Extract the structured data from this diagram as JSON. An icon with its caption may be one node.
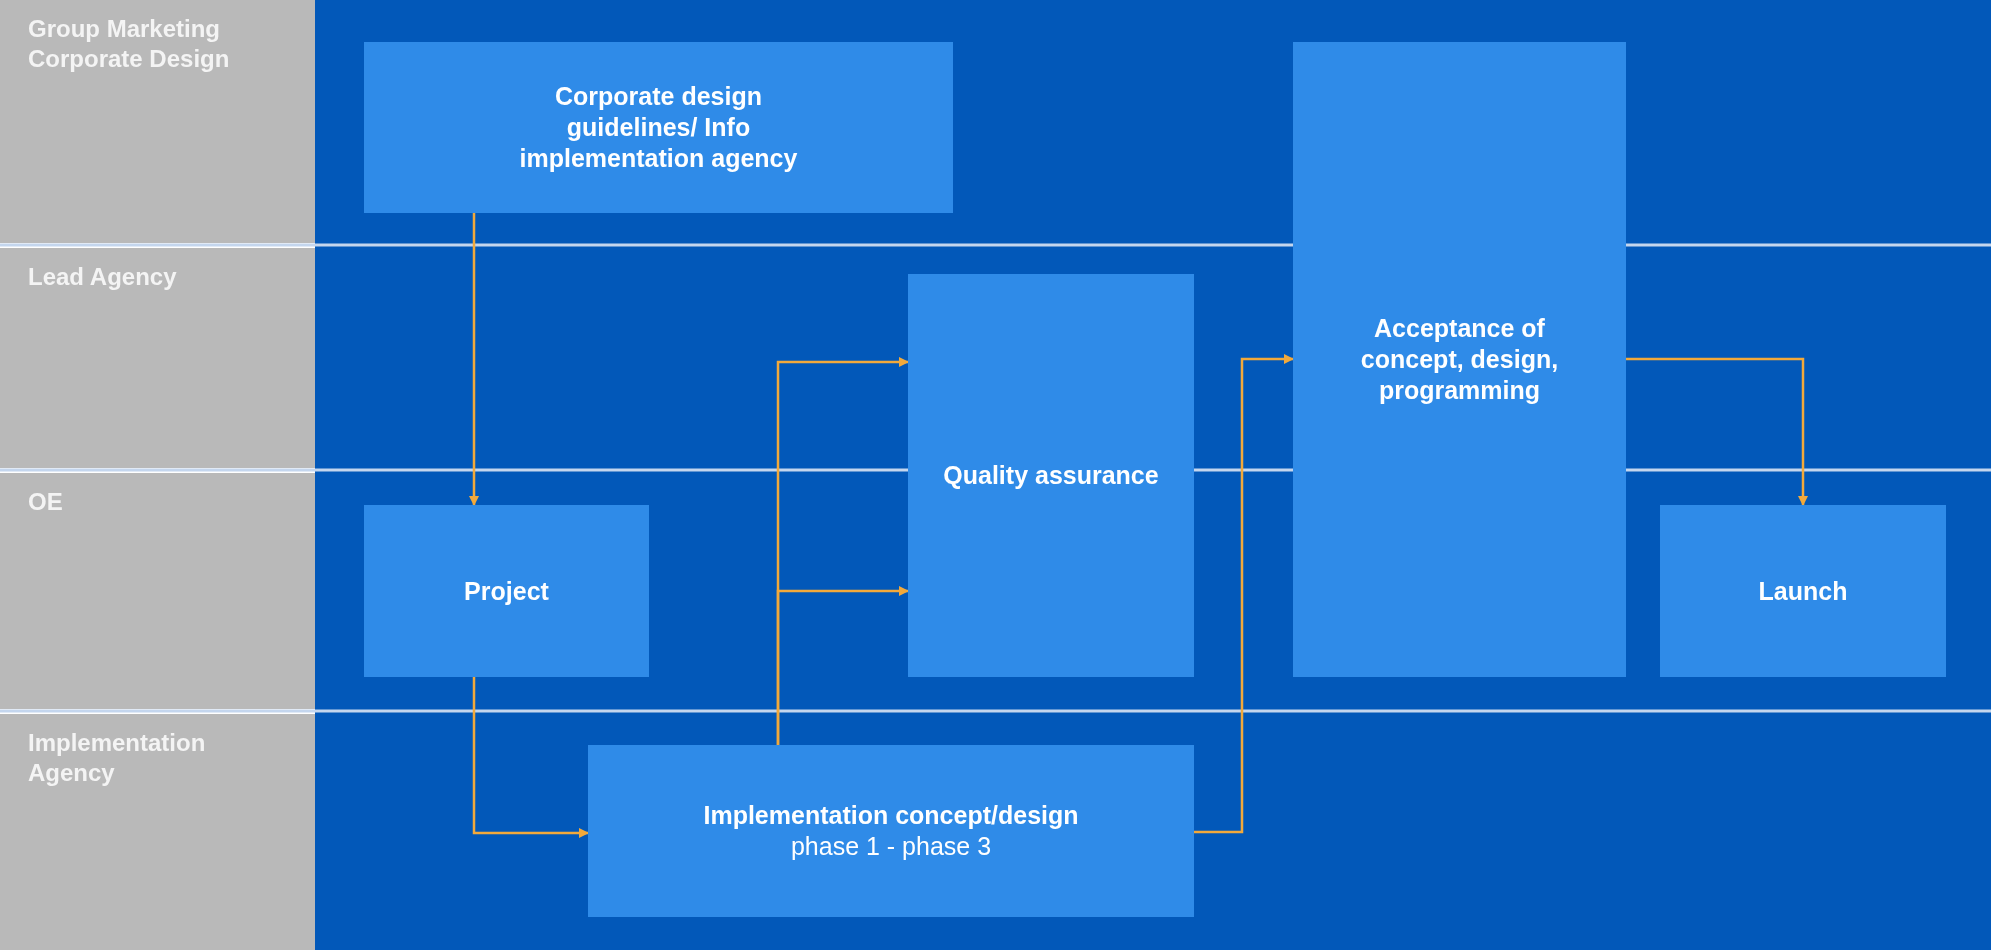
{
  "diagram": {
    "nodes": [
      {
        "text": [
          "Group Marketing Corporate Design"
        ]
      },
      {
        "text": [
          "Lead Agency"
        ]
      },
      {
        "text": [
          "OE"
        ]
      },
      {
        "text": [
          "Implementation Agency"
        ]
      },
      {
        "text": [
          "Corporate design guidelines/ Info implementation agency"
        ]
      },
      {
        "text": [
          "Quality assurance"
        ]
      },
      {
        "text": [
          "Acceptance of concept, design, programming"
        ]
      },
      {
        "text": [
          "Project"
        ]
      },
      {
        "text": [
          "Launch"
        ]
      },
      {
        "text": [
          "Implementation concept/design",
          "phase 1 - phase 3"
        ]
      }
    ],
    "edges": [
      {
        "from": 4,
        "to": 7,
        "arrow": "to"
      },
      {
        "from": 7,
        "to": 9,
        "arrow": "to"
      },
      {
        "from": 9,
        "to": 5,
        "arrow": "to"
      },
      {
        "from": 9,
        "to": 5,
        "arrow": "to"
      },
      {
        "from": 9,
        "to": 6,
        "arrow": "to"
      },
      {
        "from": 6,
        "to": 8,
        "arrow": "to"
      }
    ]
  }
}
